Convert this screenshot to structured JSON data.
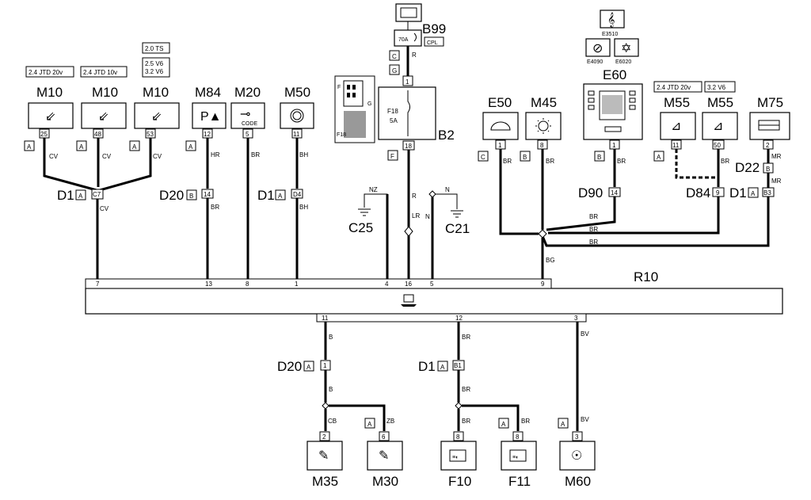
{
  "diagram": {
    "R10": {
      "label": "R10",
      "pins": [
        "7",
        "13",
        "8",
        "1",
        "4",
        "16",
        "5",
        "9"
      ],
      "bottom_pins": [
        "11",
        "12",
        "3"
      ]
    },
    "M10_a": {
      "label": "M10",
      "variant": "2.4 JTD 20v",
      "pin": "25",
      "conn": "A",
      "wire": "CV"
    },
    "M10_b": {
      "label": "M10",
      "variant": "2.4 JTD 10v",
      "pin": "48",
      "conn": "A",
      "wire": "CV"
    },
    "M10_c": {
      "label": "M10",
      "variant1": "2.0 TS",
      "variant2": "2.5 V6",
      "variant3": "3.2 V6",
      "pin": "53",
      "conn": "A",
      "wire": "CV"
    },
    "D1_c7": {
      "label": "D1",
      "conn": "A",
      "pin": "C7",
      "wire": "CV"
    },
    "M84": {
      "label": "M84",
      "pin": "12",
      "conn": "A",
      "wire": "HR"
    },
    "D20_14": {
      "label": "D20",
      "conn": "B",
      "pin": "14",
      "wire": "BR"
    },
    "M20": {
      "label": "M20",
      "pin": "5",
      "wire": "BR",
      "icon_text": "CODE"
    },
    "M50": {
      "label": "M50",
      "pin": "11",
      "wire": "BH"
    },
    "D1_d4": {
      "label": "D1",
      "conn": "A",
      "pin": "D4",
      "wire": "BH"
    },
    "C25": {
      "label": "C25",
      "wire": "NZ"
    },
    "B99": {
      "label": "B99",
      "fuse": "70A",
      "sub": "CPL",
      "conn1": "C",
      "conn2": "G",
      "wire": "R"
    },
    "B2": {
      "label": "B2",
      "fuse": "F18",
      "amp": "5A",
      "pin_top": "1",
      "pin_bottom": "18",
      "conn": "F",
      "wire1": "R",
      "wire2": "LR",
      "inset_f": "F",
      "inset_g": "G",
      "inset_f18": "F18"
    },
    "C21": {
      "label": "C21",
      "wire1": "N",
      "wire2": "N"
    },
    "E50": {
      "label": "E50",
      "pin": "1",
      "conn": "C",
      "wire": "BR"
    },
    "M45": {
      "label": "M45",
      "pin": "8",
      "conn": "B",
      "wire": "BR"
    },
    "E60": {
      "label": "E60",
      "pin": "1",
      "conn": "B",
      "wire": "BR",
      "sub1": "E3510",
      "sub2": "E4090",
      "sub3": "E6020"
    },
    "D90": {
      "label": "D90",
      "pin": "14"
    },
    "M55_a": {
      "label": "M55",
      "variant": "2.4 JTD 20v",
      "pin": "11",
      "conn": "A"
    },
    "M55_b": {
      "label": "M55",
      "variant": "3.2 V6",
      "pin": "50",
      "wire": "BR"
    },
    "D84": {
      "label": "D84",
      "pin": "9"
    },
    "M75": {
      "label": "M75",
      "pin": "2",
      "wire": "MR"
    },
    "D22": {
      "label": "D22",
      "conn": "B"
    },
    "D1_b3": {
      "label": "D1",
      "conn": "A",
      "pin": "B3",
      "wire": "MR"
    },
    "splice_wires": {
      "w1": "BR",
      "w2": "BR",
      "w3": "BR",
      "out": "BG"
    },
    "D20_1": {
      "label": "D20",
      "conn": "A",
      "pin": "1",
      "wire_in": "B",
      "wire_out": "B"
    },
    "D1_b1": {
      "label": "D1",
      "conn": "A",
      "pin": "B1",
      "wire_in": "BR",
      "wire_out": "BR"
    },
    "M35": {
      "label": "M35",
      "pin": "2",
      "wire": "CB"
    },
    "M30": {
      "label": "M30",
      "pin": "6",
      "conn": "A",
      "wire": "ZB"
    },
    "F10": {
      "label": "F10",
      "pin": "8",
      "wire": "BR"
    },
    "F11": {
      "label": "F11",
      "pin": "8",
      "conn": "A",
      "wire": "BR"
    },
    "M60": {
      "label": "M60",
      "pin": "3",
      "conn": "A",
      "wire1": "BV",
      "wire2": "BV"
    }
  }
}
